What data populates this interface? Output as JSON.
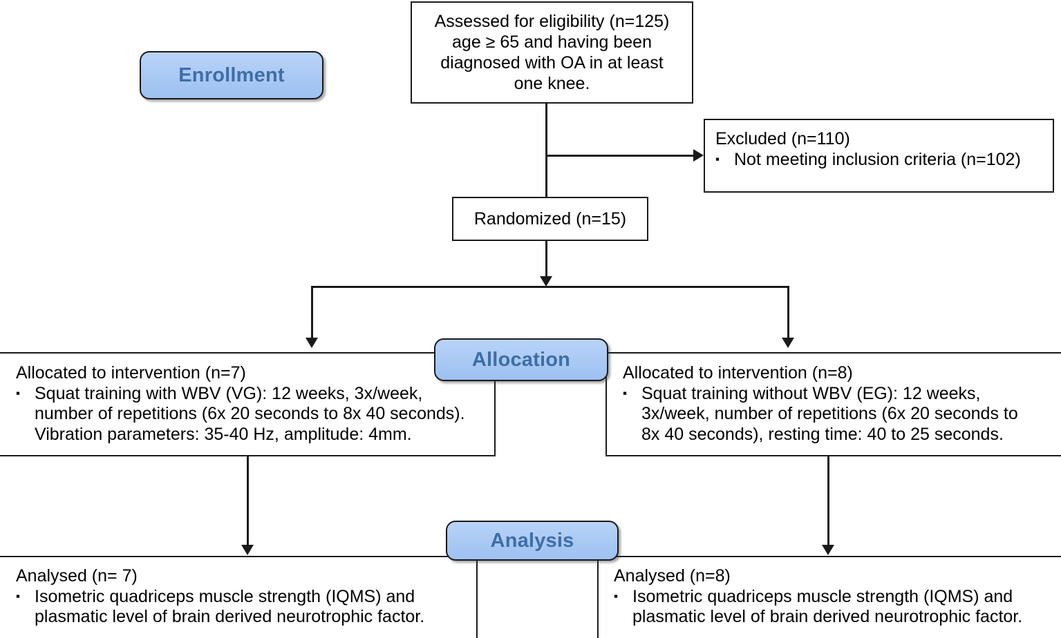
{
  "diagram": {
    "title": "CONSORT participant flow diagram",
    "type": "flowchart",
    "colors": {
      "badge_fill": "#a9c9f4",
      "badge_text": "#3f6ea5",
      "box_border": "#1a1a1a",
      "box_fill": "#ffffff",
      "connector": "#1a1a1a"
    }
  },
  "phases": {
    "enrollment": "Enrollment",
    "allocation": "Allocation",
    "analysis": "Analysis"
  },
  "nodes": {
    "assessed": {
      "text": "Assessed for eligibility (n=125)\nage ≥ 65 and having been\ndiagnosed with OA in at least\none knee."
    },
    "excluded": {
      "header": "Excluded  (n=110)",
      "bullets": [
        "Not meeting inclusion criteria (n=102)"
      ]
    },
    "randomized": {
      "text": "Randomized (n=15)"
    },
    "allocated_left": {
      "header": "Allocated to intervention  (n=7)",
      "bullets": [
        "Squat training with WBV (VG): 12 weeks, 3x/week,\nnumber of repetitions (6x 20 seconds to 8x 40 seconds).\nVibration parameters: 35-40 Hz, amplitude: 4mm."
      ]
    },
    "allocated_right": {
      "header": "Allocated to intervention  (n=8)",
      "bullets": [
        "Squat training without WBV (EG): 12 weeks,\n3x/week, number of repetitions (6x 20 seconds to\n8x 40 seconds), resting time: 40 to 25 seconds."
      ]
    },
    "analysed_left": {
      "header": "Analysed (n= 7)",
      "bullets": [
        " Isometric quadriceps muscle strength (IQMS)  and\nplasmatic level of brain derived neurotrophic  factor."
      ]
    },
    "analysed_right": {
      "header": "Analysed (n=8)",
      "bullets": [
        " Isometric quadriceps muscle strength (IQMS)  and\nplasmatic level of brain derived neurotrophic  factor."
      ]
    }
  },
  "bullet_glyph": "▪",
  "flow_data": {
    "type": "flowchart",
    "counts": {
      "assessed_for_eligibility": 125,
      "excluded_total": 110,
      "not_meeting_inclusion_criteria": 102,
      "randomized": 15,
      "allocated_vibration_group": 7,
      "allocated_exercise_group": 8,
      "analysed_vibration_group": 7,
      "analysed_exercise_group": 8
    },
    "edges": [
      {
        "from": "assessed",
        "to": "excluded",
        "direction": "right"
      },
      {
        "from": "assessed",
        "to": "randomized",
        "direction": "down"
      },
      {
        "from": "randomized",
        "to": "allocated_left",
        "direction": "down"
      },
      {
        "from": "randomized",
        "to": "allocated_right",
        "direction": "down"
      },
      {
        "from": "allocated_left",
        "to": "analysed_left",
        "direction": "down"
      },
      {
        "from": "allocated_right",
        "to": "analysed_right",
        "direction": "down"
      }
    ]
  }
}
